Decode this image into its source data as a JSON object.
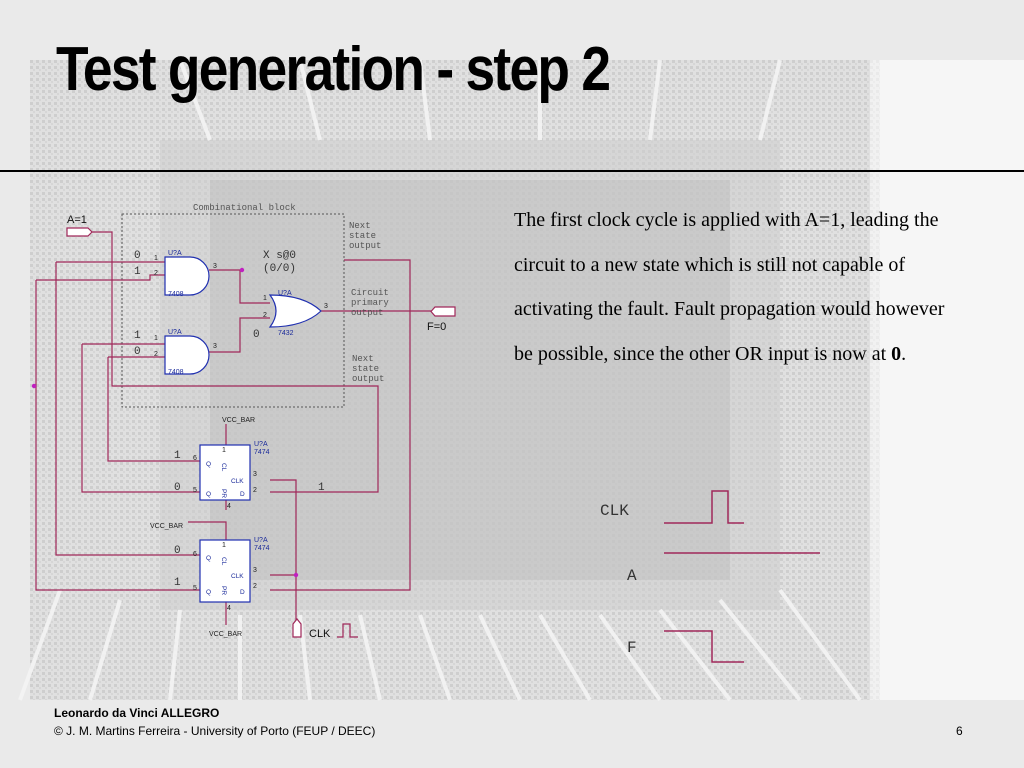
{
  "slide": {
    "title": "Test generation - step 2",
    "page_number": "6"
  },
  "paragraph": {
    "text_before_bold": "The first clock cycle is applied with A=1, leading the circuit to a new state which is still not capable of activating the fault. Fault propagation would however be possible, since the other OR input is now at ",
    "bold": "0",
    "text_after_bold": "."
  },
  "footer": {
    "name": "Leonardo da Vinci ALLEGRO",
    "copyright": "© J. M. Martins Ferreira - University of Porto (FEUP / DEEC)"
  },
  "schematic": {
    "block_label": "Combinational block",
    "input_label": "A=1",
    "output_label": "F=0",
    "clk_label": "CLK",
    "next_state_1": [
      "Next",
      "state",
      "output"
    ],
    "circuit_output": [
      "Circuit",
      "primary",
      "output"
    ],
    "next_state_2": [
      "Next",
      "state",
      "output"
    ],
    "fault_label": "X s@0",
    "fault_values": "(0/0)",
    "and1": {
      "ref": "U?A",
      "part": "7408",
      "in_values": [
        "0",
        "1"
      ]
    },
    "and2": {
      "ref": "U?A",
      "part": "7408",
      "in_values": [
        "1",
        "0"
      ]
    },
    "or": {
      "ref": "U?A",
      "part": "7432",
      "in2_value": "0"
    },
    "ff1": {
      "ref": "U?A",
      "part": "7474",
      "q_value": "1",
      "qbar_value": "0",
      "d_value": "1",
      "vcc": "VCC_BAR"
    },
    "ff2": {
      "ref": "U?A",
      "part": "7474",
      "q_value": "0",
      "qbar_value": "1",
      "vcc": "VCC_BAR",
      "vcc_bottom": "VCC_BAR"
    },
    "pins": {
      "pr": "PR",
      "cl": "CL",
      "clk": "CLK",
      "d": "D",
      "q": "Q",
      "qbar": "Q"
    }
  },
  "waveforms": {
    "labels": [
      "CLK",
      "A",
      "F"
    ]
  },
  "colors": {
    "wire": "#a0285a",
    "component": "#2030b0",
    "text_blue": "#1a2a9a",
    "text_grey": "#555555"
  }
}
